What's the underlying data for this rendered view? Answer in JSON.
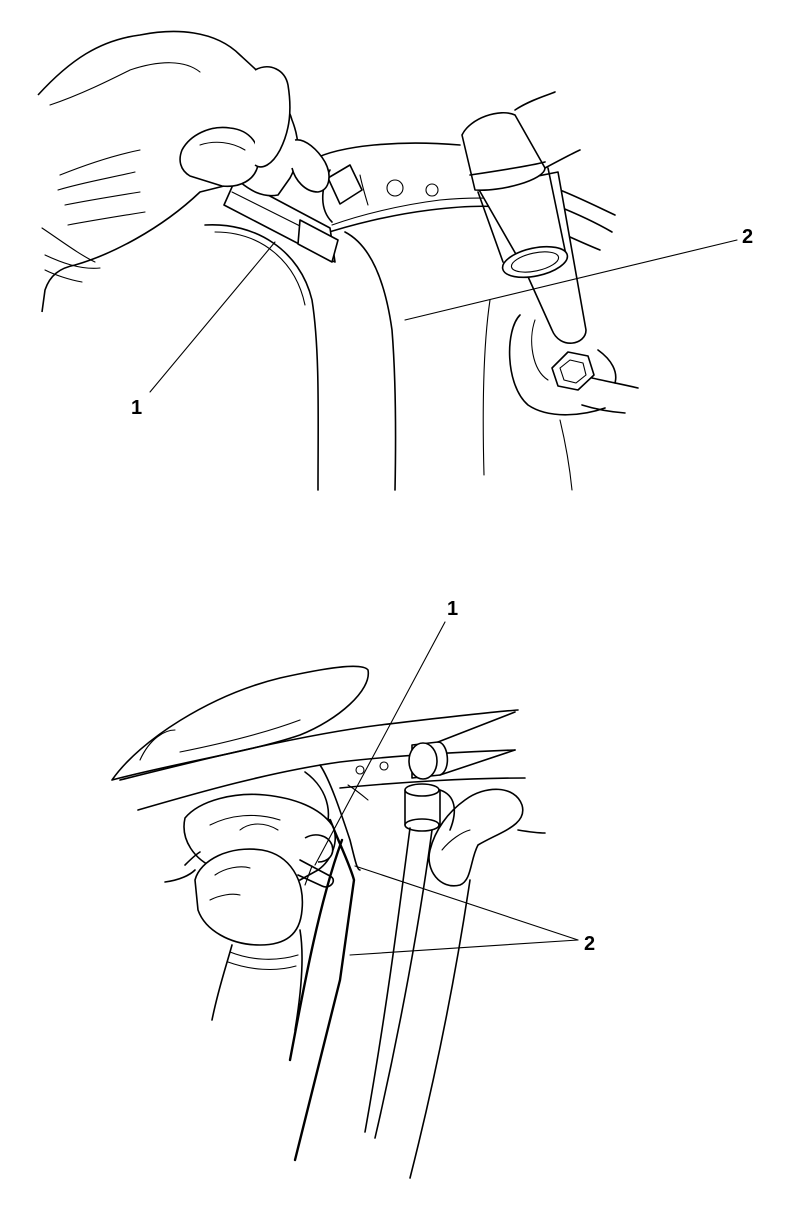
{
  "figures": [
    {
      "callouts": [
        {
          "label": "1"
        },
        {
          "label": "2"
        }
      ]
    },
    {
      "callouts": [
        {
          "label": "1"
        },
        {
          "label": "2"
        }
      ]
    }
  ]
}
